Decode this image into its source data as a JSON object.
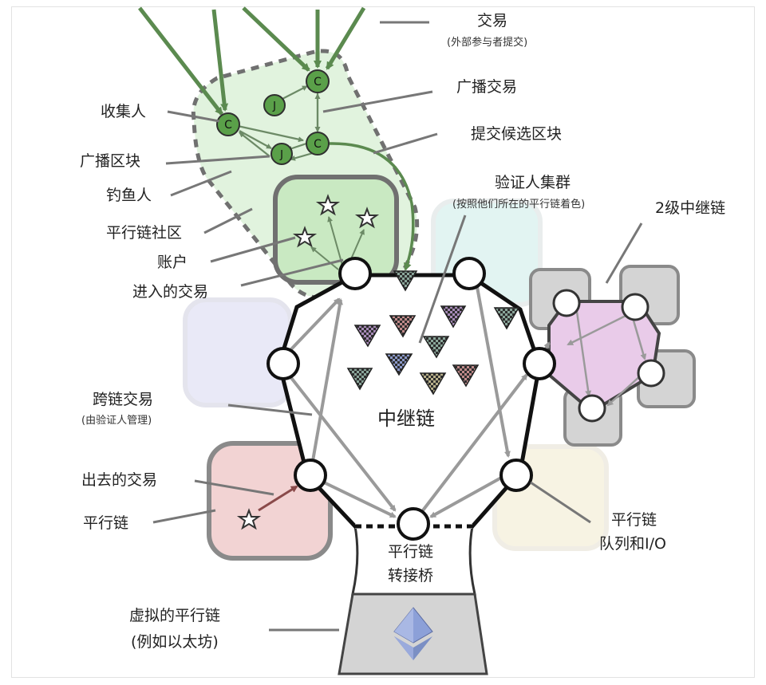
{
  "labels": {
    "transaction": "交易",
    "transaction_sub": "(外部参与者提交)",
    "broadcast_tx": "广播交易",
    "submit_candidate": "提交候选区块",
    "collator": "收集人",
    "broadcast_block": "广播区块",
    "fisherman": "钓鱼人",
    "parachain_community": "平行链社区",
    "account": "账户",
    "incoming_tx": "进入的交易",
    "validator_pool": "验证人集群",
    "validator_pool_sub": "(按照他们所在的平行链着色)",
    "second_order_relay": "2级中继链",
    "cross_chain_tx": "跨链交易",
    "cross_chain_tx_sub": "(由验证人管理)",
    "relay_chain": "中继链",
    "outgoing_tx": "出去的交易",
    "parachain": "平行链",
    "parachain_queue_line1": "平行链",
    "parachain_queue_line2": "队列和I/O",
    "bridge_line1": "平行链",
    "bridge_line2": "转接桥",
    "virtual_parachain_line1": "虚拟的平行链",
    "virtual_parachain_line2": "(例如以太坊)"
  },
  "node_letters": {
    "collator": "C",
    "fisherman": "J"
  },
  "colors": {
    "community_fill": "#d7efd3",
    "community_border": "#707070",
    "tx_arrow": "#5b8a4f",
    "node_green": "#5aa049",
    "relay_ring": "#111111",
    "internal_arrow": "#9a9a9a",
    "parachain_red": "#f2d3d3",
    "parachain_blue": "#e6e6f6",
    "parachain_cyan": "#dff3f1",
    "parachain_cream": "#f7f2e0",
    "second_relay_fill": "#e9cbe9",
    "bridge_fill": "#d4d4d4",
    "eth_color": "#7b8fc4"
  },
  "icons": {
    "star": "star-icon",
    "ethereum": "ethereum-icon",
    "validator": "validator-triangle-icon"
  }
}
